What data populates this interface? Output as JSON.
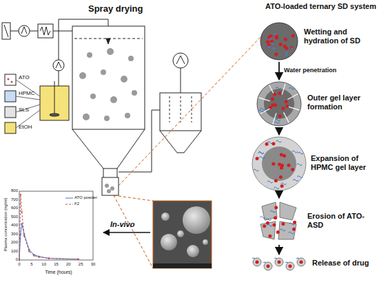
{
  "diagram": {
    "nodes": [
      {
        "text": [
          "ATO-loaded ternary SD system",
          "Wetting and hydration of SD"
        ]
      },
      {
        "text": [
          "Outer gel layer formation"
        ]
      },
      {
        "text": [
          "Expansion of HPMC gel layer"
        ]
      },
      {
        "text": [
          "Erosion of ATO-ASD"
        ]
      },
      {
        "text": [
          "Release of drug"
        ]
      }
    ],
    "edges": [
      {
        "from": 0,
        "to": 1,
        "arrow": "to",
        "label": "Water penetration"
      },
      {
        "from": 1,
        "to": 2,
        "arrow": "to"
      },
      {
        "from": 2,
        "to": 3,
        "arrow": "to"
      },
      {
        "from": 3,
        "to": 4,
        "arrow": "to"
      }
    ],
    "labels": [
      "Spray drying",
      "ATO",
      "HPMC",
      "SLS",
      "EtOH",
      "In-vivo",
      "Plasma concentration (ng/ml)",
      "Time (hours)",
      "0",
      "100",
      "200",
      "300",
      "400",
      "500",
      "600",
      "700",
      "800",
      "0",
      "5",
      "10",
      "15",
      "20",
      "25",
      "30"
    ],
    "legend": [
      {
        "text": "ATO powder"
      },
      {
        "text": "F2"
      }
    ]
  }
}
